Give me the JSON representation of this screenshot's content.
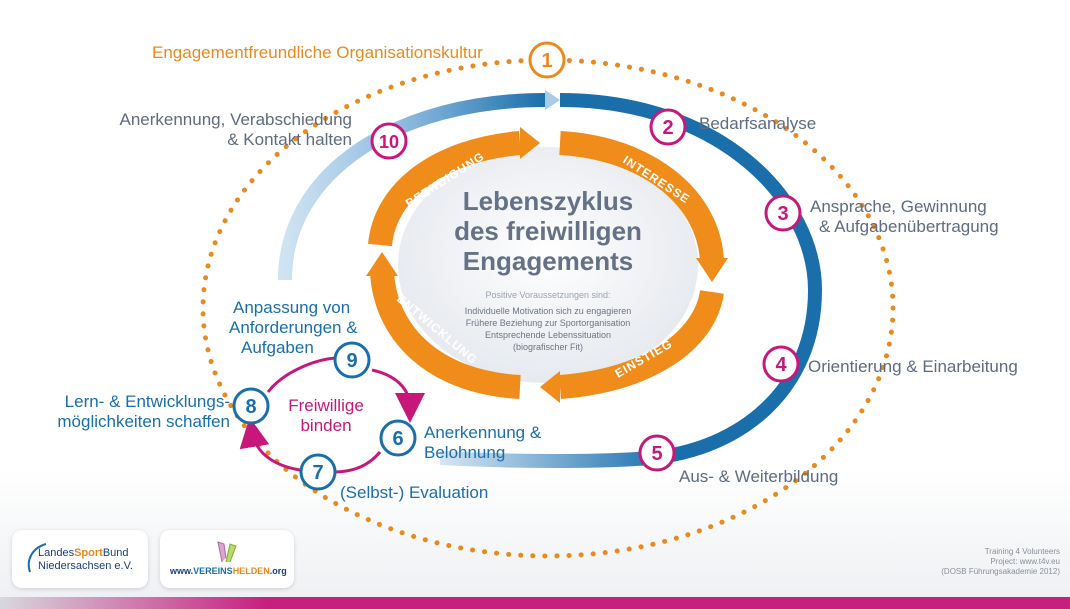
{
  "diagram": {
    "center": {
      "title_lines": [
        "Lebenszyklus",
        "des freiwilligen",
        "Engagements"
      ],
      "prereq_title": "Positive Voraussetzungen sind:",
      "prereq_lines": [
        "Individuelle Motivation sich zu engagieren",
        "Frühere Beziehung zur Sportorganisation",
        "Entsprechende Lebenssituation",
        "(biografischer Fit)"
      ]
    },
    "phases": {
      "beendigung": "BEENDIGUNG",
      "interesse": "INTERESSE",
      "einstieg": "EINSTIEG",
      "entwicklung": "ENTWICKLUNG"
    },
    "steps": [
      {
        "num": "1",
        "lines": [
          "Engagementfreundliche Organisationskultur"
        ]
      },
      {
        "num": "2",
        "lines": [
          "Bedarfsanalyse"
        ]
      },
      {
        "num": "3",
        "lines": [
          "Ansprache, Gewinnung",
          "& Aufgabenübertragung"
        ]
      },
      {
        "num": "4",
        "lines": [
          "Orientierung & Einarbeitung"
        ]
      },
      {
        "num": "5",
        "lines": [
          "Aus- & Weiterbildung"
        ]
      },
      {
        "num": "6",
        "lines": [
          "Anerkennung &",
          "Belohnung"
        ]
      },
      {
        "num": "7",
        "lines": [
          "(Selbst-) Evaluation"
        ]
      },
      {
        "num": "8",
        "lines": [
          "Lern- & Entwicklungs-",
          "möglichkeiten schaffen"
        ]
      },
      {
        "num": "9",
        "lines": [
          "Anpassung von",
          "Anforderungen &",
          "Aufgaben"
        ]
      },
      {
        "num": "10",
        "lines": [
          "Anerkennung, Verabschiedung",
          "& Kontakt halten"
        ]
      }
    ],
    "inner_loop": [
      "Freiwillige",
      "binden"
    ]
  },
  "footer": {
    "logo_lsb_line1a": "Landes",
    "logo_lsb_line1b": "Sport",
    "logo_lsb_line1c": "Bund",
    "logo_lsb_line2": "Niedersachsen e.V.",
    "logo_vh_prefix": "www.",
    "logo_vh_name1": "VEREINS",
    "logo_vh_name2": "HELDEN",
    "logo_vh_suffix": ".org",
    "credits": [
      "Training 4 Volunteers",
      "Project: www.t4v.eu",
      "(DOSB Führungsakademie 2012)"
    ]
  },
  "colors": {
    "orange": "#e88a1e",
    "blue": "#1a6fab",
    "light_blue": "#a9cbe6",
    "magenta": "#c8177b",
    "grey_text": "#5e6b80"
  }
}
